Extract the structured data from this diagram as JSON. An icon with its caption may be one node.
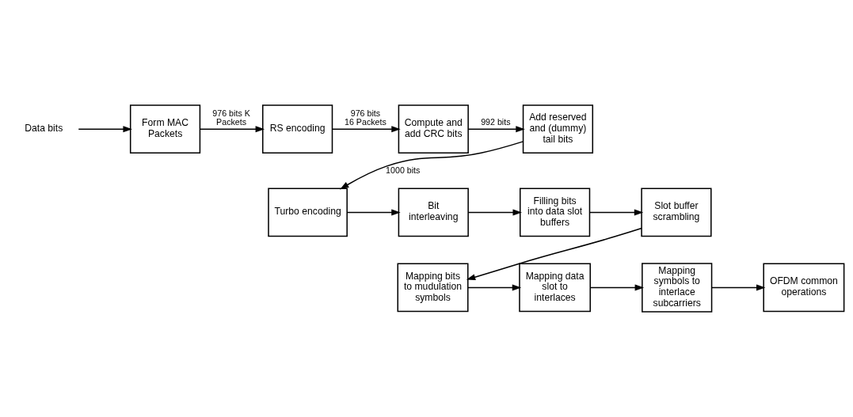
{
  "diagram": {
    "nodes": [
      {
        "text": [
          "Data bits"
        ]
      },
      {
        "text": [
          "Form MAC Packets"
        ]
      },
      {
        "text": [
          "RS encoding"
        ]
      },
      {
        "text": [
          "Compute and add CRC bits"
        ]
      },
      {
        "text": [
          "Add reserved and (dummy) tail bits"
        ]
      },
      {
        "text": [
          "Turbo encoding"
        ]
      },
      {
        "text": [
          "Bit interleaving"
        ]
      },
      {
        "text": [
          "Filling bits into data slot buffers"
        ]
      },
      {
        "text": [
          "Slot buffer scrambling"
        ]
      },
      {
        "text": [
          "Mapping bits to mudulation symbols"
        ]
      },
      {
        "text": [
          "Mapping data slot to interlaces"
        ]
      },
      {
        "text": [
          "Mapping symbols to interlace subcarriers"
        ]
      },
      {
        "text": [
          "OFDM common operations"
        ]
      }
    ],
    "edges": [
      {
        "from": 0,
        "to": 1,
        "arrow": "to"
      },
      {
        "from": 1,
        "to": 2,
        "arrow": "to",
        "label": "976 bits K Packets"
      },
      {
        "from": 2,
        "to": 3,
        "arrow": "to",
        "label": "976 bits 16 Packets"
      },
      {
        "from": 3,
        "to": 4,
        "arrow": "to",
        "label": "992 bits"
      },
      {
        "from": 4,
        "to": 5,
        "arrow": "to",
        "label": "1000 bits"
      },
      {
        "from": 5,
        "to": 6,
        "arrow": "to"
      },
      {
        "from": 6,
        "to": 7,
        "arrow": "to"
      },
      {
        "from": 7,
        "to": 8,
        "arrow": "to"
      },
      {
        "from": 8,
        "to": 9,
        "arrow": "to"
      },
      {
        "from": 9,
        "to": 10,
        "arrow": "to"
      },
      {
        "from": 10,
        "to": 11,
        "arrow": "to"
      },
      {
        "from": 11,
        "to": 12,
        "arrow": "to"
      }
    ]
  }
}
